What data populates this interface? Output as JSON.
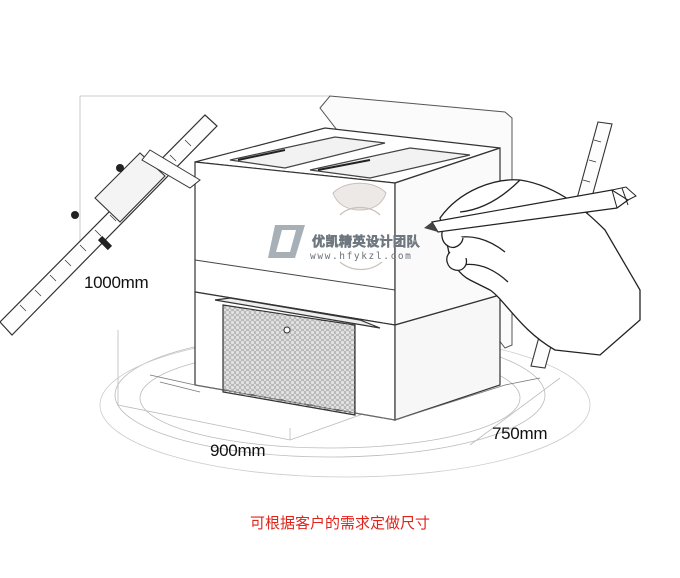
{
  "dimensions": {
    "height": "1000mm",
    "width": "900mm",
    "depth": "750mm"
  },
  "caption": "可根据客户的需求定做尺寸",
  "watermark": {
    "name": "优凯精英设计团队",
    "url": "www.hfykzl.com"
  },
  "colors": {
    "caption": "#e0241b",
    "line": "#333333",
    "watermark": "#6f7880"
  }
}
